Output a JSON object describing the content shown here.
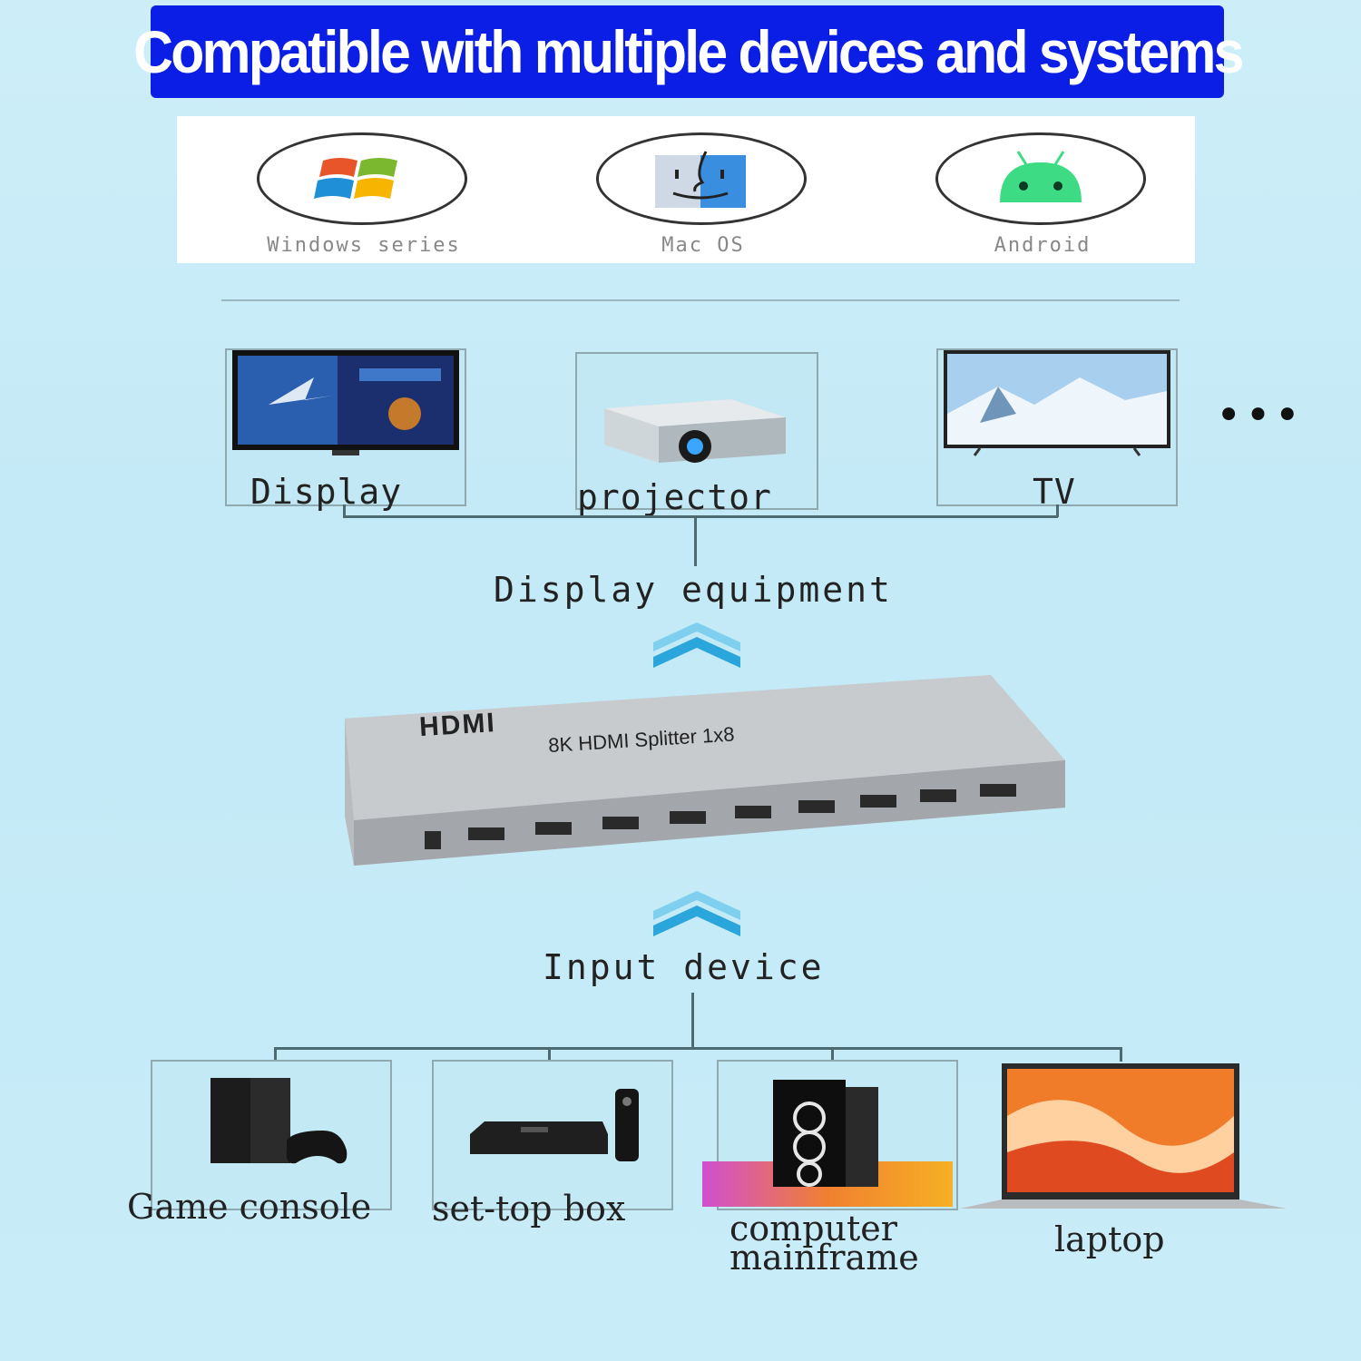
{
  "headline": "Compatible with multiple devices and systems",
  "os_systems": [
    {
      "label": "Windows series",
      "icon": "windows-logo-icon"
    },
    {
      "label": "Mac OS",
      "icon": "mac-finder-icon"
    },
    {
      "label": "Android",
      "icon": "android-logo-icon"
    }
  ],
  "outputs": {
    "items": [
      {
        "label": "Display",
        "icon": "monitor-icon"
      },
      {
        "label": "projector",
        "icon": "projector-icon"
      },
      {
        "label": "TV",
        "icon": "tv-icon"
      }
    ],
    "more": "•••",
    "group_label": "Display equipment"
  },
  "splitter": {
    "brand": "HDMI",
    "model": "8K  HDMI Splitter 1x8"
  },
  "inputs": {
    "group_label": "Input device",
    "items": [
      {
        "label": "Game console",
        "icon": "game-console-icon"
      },
      {
        "label": "set-top box",
        "icon": "set-top-box-icon"
      },
      {
        "label": "computer mainframe",
        "icon": "desktop-tower-icon"
      },
      {
        "label": "laptop",
        "icon": "laptop-icon"
      }
    ]
  },
  "colors": {
    "banner": "#0b1ee6",
    "background": "#c8ecf8",
    "arrow": "#2aa6dc",
    "device_body": "#b9bcbf"
  }
}
